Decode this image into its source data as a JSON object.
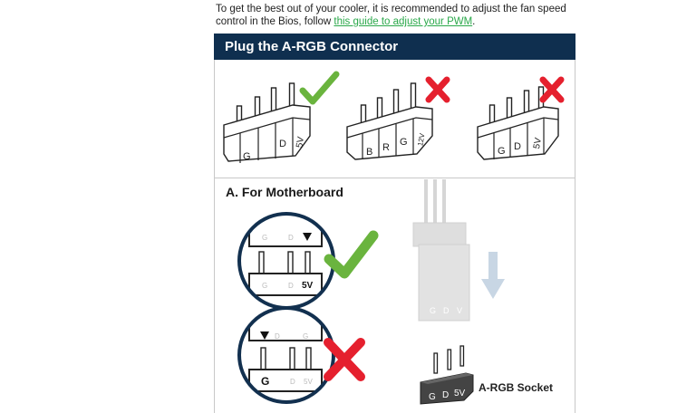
{
  "intro": {
    "text": "To get the best out of your cooler, it is recommended to adjust the fan speed control in the Bios, follow ",
    "link_text": "this guide to adjust your PWM",
    "suffix": "."
  },
  "banner": {
    "title": "Plug the A-RGB Connector"
  },
  "connectors": [
    {
      "pins": [
        "G",
        "D",
        "5V"
      ],
      "status": "correct"
    },
    {
      "pins": [
        "B",
        "R",
        "G",
        "12V"
      ],
      "status": "wrong"
    },
    {
      "pins": [
        "G",
        "D",
        "5V"
      ],
      "status": "wrong"
    }
  ],
  "motherboard": {
    "title": "A. For Motherboard",
    "correct": {
      "top": [
        "G",
        "D"
      ],
      "bottom": [
        "G",
        "D",
        "5V"
      ]
    },
    "wrong": {
      "top": [
        "D",
        "G"
      ],
      "bottom": [
        "G",
        "D",
        "5V"
      ]
    }
  },
  "plug": {
    "pins": [
      "G",
      "D",
      "V"
    ]
  },
  "socket": {
    "pins": [
      "G",
      "D",
      "5V"
    ],
    "label": "A-RGB Socket"
  },
  "colors": {
    "banner": "#0f2f4f",
    "check": "#6ab43e",
    "cross": "#e5202e",
    "link": "#2aa84a",
    "circle": "#12304f"
  }
}
